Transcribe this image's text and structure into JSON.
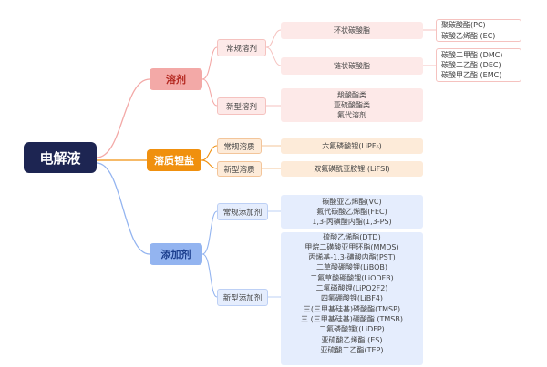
{
  "root": "电解液",
  "solvent": {
    "label": "溶剂",
    "conventional": {
      "label": "常规溶剂",
      "cyclic": {
        "label": "环状碳酸脂",
        "items": [
          "聚碳酸酯(PC)",
          "碳酸乙烯酯 (EC)"
        ]
      },
      "linear": {
        "label": "链状碳酸脂",
        "items": [
          "碳酸二甲酯 (DMC)",
          "碳酸二乙酯 (DEC)",
          "碳酸甲乙酯 (EMC)"
        ]
      }
    },
    "novel": {
      "label": "新型溶剂",
      "items": [
        "羧酸酯类",
        "亚硫酸酯类",
        "氟代溶剂"
      ]
    }
  },
  "salt": {
    "label": "溶质锂盐",
    "conventional": {
      "label": "常规溶质",
      "item": "六氟磷酸锂(LiPF₆)"
    },
    "novel": {
      "label": "新型溶质",
      "item": "双氟磺酰亚胺锂 (LiFSI)"
    }
  },
  "additive": {
    "label": "添加剂",
    "conventional": {
      "label": "常规添加剂",
      "items": [
        "碳酸亚乙烯酯(VC)",
        "氟代碳酸乙烯酯(FEC)",
        "1,3-丙磺酸内酯(1,3-PS)"
      ]
    },
    "novel": {
      "label": "新型添加剂",
      "items": [
        "硫酸乙烯酯(DTD)",
        "甲烷二磺酸亚甲环脂(MMDS)",
        "丙烯基-1,3-磺酸内酯(PST)",
        "二草酸硼酸锂(LiBOB)",
        "二氟草酸硼酸锂(LiODFB)",
        "二氟磷酸锂(LiPO2F2)",
        "四氟硼酸锂(LiBF4)",
        "三(三甲基硅基)磷酸酯(TMSP)",
        "三 (三甲基硅基)硼酸酯 (TMSB)",
        "二氟磷酸锂((LiDFP)",
        "亚硫酸乙烯酯 (ES)",
        "亚硫酸二乙酯(TEP)",
        "......"
      ]
    }
  },
  "colors": {
    "root": "#1d2552",
    "solvent": "#f3a9a7",
    "salt": "#f0900e",
    "additive": "#93b4f0"
  }
}
